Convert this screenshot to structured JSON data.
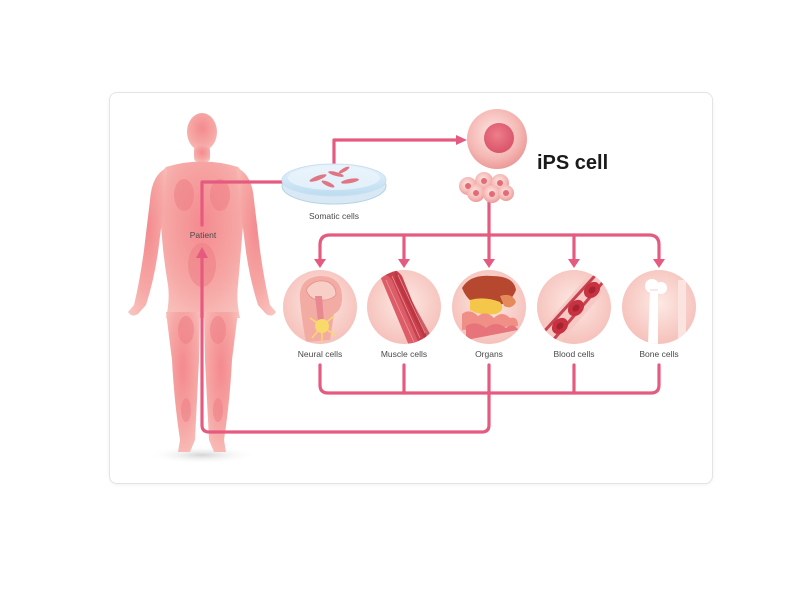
{
  "diagram": {
    "title": "iPS cell",
    "patient_label": "Patient",
    "somatic_label": "Somatic cells",
    "cell_types": [
      {
        "label": "Neural cells",
        "icon": "neural-cells-icon"
      },
      {
        "label": "Muscle cells",
        "icon": "muscle-cells-icon"
      },
      {
        "label": "Organs",
        "icon": "organs-icon"
      },
      {
        "label": "Blood cells",
        "icon": "blood-cells-icon"
      },
      {
        "label": "Bone cells",
        "icon": "bone-cells-icon"
      }
    ]
  },
  "colors": {
    "arrow": "#e55a7f",
    "body": "#f4a6a4",
    "cell": "#f09b9b",
    "nucleus": "#e36b78"
  }
}
